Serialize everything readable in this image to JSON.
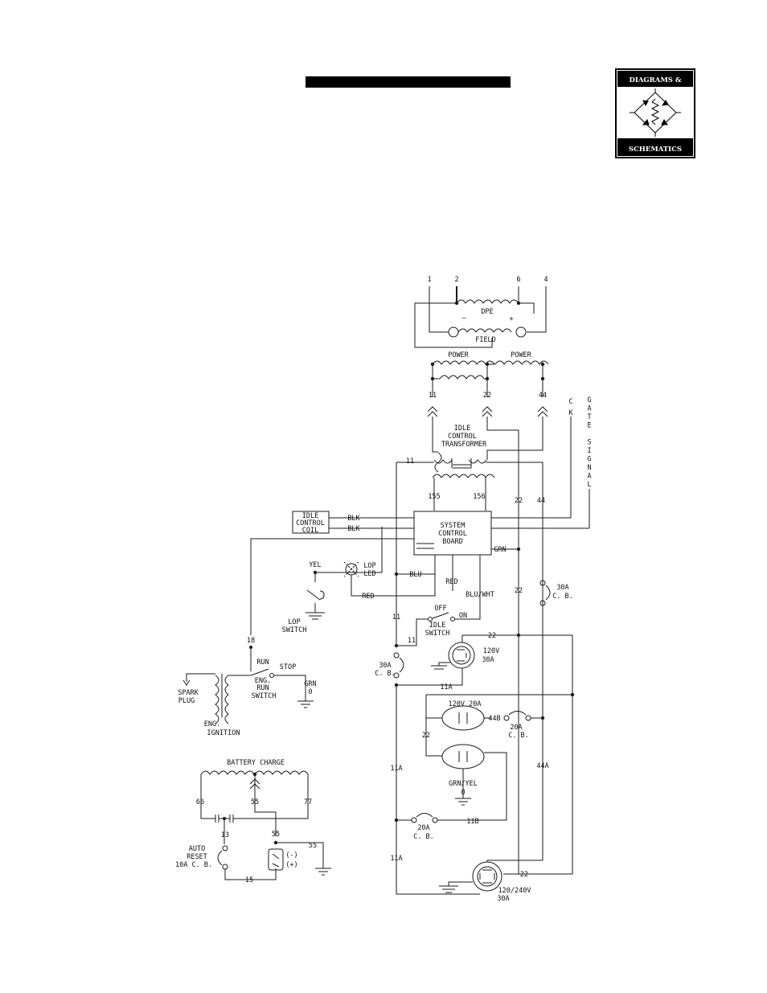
{
  "logo": {
    "top_text": "DIAGRAMS &",
    "bottom_text": "SCHEMATICS"
  },
  "colors": {
    "ink": "#1a1a1a",
    "paper": "#ffffff"
  },
  "labels": {
    "t1": "1",
    "t2": "2",
    "t6": "6",
    "t4": "4",
    "dpe": "DPE",
    "field": "FIELD",
    "minus": "—",
    "plus": "+",
    "power_l": "POWER",
    "power_r": "POWER",
    "n11_top": "11",
    "n22_top": "22",
    "n44_top": "44",
    "ck_c": "C",
    "ck_k": "K",
    "gate_signal": [
      "G",
      "A",
      "T",
      "E",
      "",
      "S",
      "I",
      "G",
      "N",
      "A",
      "L"
    ],
    "idle_xfmr": [
      "IDLE",
      "CONTROL",
      "TRANSFORMER"
    ],
    "n11_xfmr": "11",
    "n155": "155",
    "n156": "156",
    "n22_mid": "22",
    "n44_mid": "44",
    "idle_coil": [
      "IDLE",
      "CONTROL",
      "COIL"
    ],
    "blk1": "BLK",
    "blk2": "BLK",
    "scb": [
      "SYSTEM",
      "CONTROL",
      "BOARD"
    ],
    "grn_scb": "GRN",
    "yel": "YEL",
    "lop_led": [
      "LOP",
      "LED"
    ],
    "blu": "BLU",
    "red_top": "RED",
    "red_bot": "RED",
    "blu_wht": "BLU/WHT",
    "n22_cb": "22",
    "cb30_right": [
      "30A",
      "C. B."
    ],
    "lop_switch": [
      "LOP",
      "SWITCH"
    ],
    "n11_left": "11",
    "off": "OFF",
    "on": "ON",
    "idle_switch": [
      "IDLE",
      "SWITCH"
    ],
    "n11_sw": "11",
    "n22_rec": "22",
    "rec120v30": [
      "120V",
      "30A"
    ],
    "n18": "18",
    "run": "RUN",
    "stop": "STOP",
    "spark_plug": [
      "SPARK",
      "PLUG"
    ],
    "eng_run_switch": [
      "ENG.",
      "RUN",
      "SWITCH"
    ],
    "grn_stop": [
      "GRN",
      "0"
    ],
    "eng_ignition": [
      "ENG.",
      "IGNITION"
    ],
    "cb30_left": [
      "30A",
      "C. B."
    ],
    "n11a_top": "11A",
    "rec120v20": "120V 20A",
    "n44b": "44B",
    "cb20_right": [
      "20A",
      "C. B."
    ],
    "n22_dup": "22",
    "grn_yel": [
      "GRN/YEL",
      "0"
    ],
    "n11a_mid": "11A",
    "n44a": "44A",
    "battery_charge": "BATTERY CHARGE",
    "n66": "66",
    "n55_top": "55",
    "n77": "77",
    "n13": "13",
    "n55_mid": "55",
    "n55_right": "55",
    "auto_reset": [
      "AUTO",
      "RESET",
      "10A C. B."
    ],
    "neg": "(-)",
    "pos": "(+)",
    "n15": "15",
    "cb20_bottom": [
      "20A",
      "C. B."
    ],
    "n11b": "11B",
    "n11a_bot": "11A",
    "n22_bot": "22",
    "rec120_240": [
      "120/240V",
      "30A"
    ]
  }
}
